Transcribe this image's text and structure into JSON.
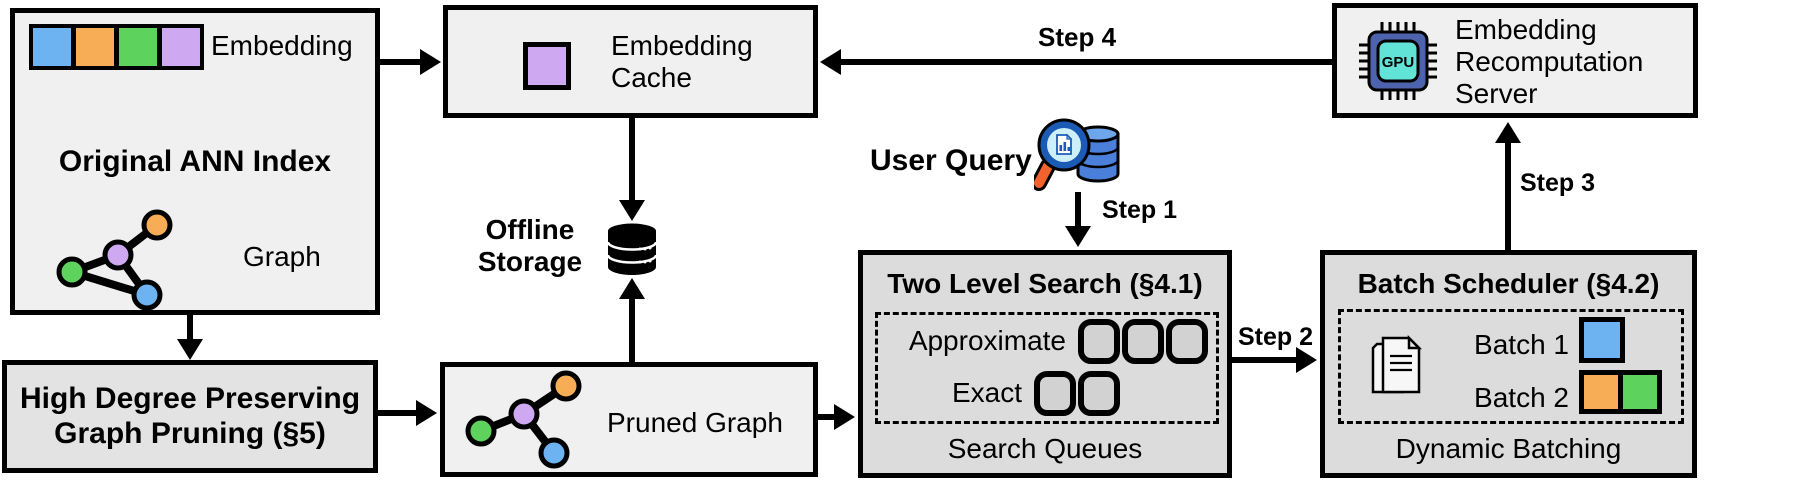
{
  "figure": {
    "type": "system-architecture-diagram",
    "background": "#ffffff"
  },
  "palette": {
    "embedding_blue": "#6db3f2",
    "embedding_orange": "#f7ad55",
    "embedding_green": "#5dd35d",
    "embedding_purple": "#cfa8f2",
    "box_light_gray": "#f0f0f0",
    "box_medium_gray": "#dcdcdc",
    "high_degree_box_gray": "#e3e3e3",
    "queue_slot_gray": "#d2d2d2",
    "gpu_chip_blue": "#4e63ad",
    "gpu_die_teal": "#62e3d8",
    "query_db_blue": "#4a80d9",
    "lens_ring_blue": "#1c5bb5",
    "lens_fill_cyan": "#cdeffa",
    "handle_orange": "#f2622e",
    "line_black": "#000000"
  },
  "ann_index": {
    "embedding_label": "Embedding",
    "title": "Original ANN Index",
    "graph_label": "Graph"
  },
  "embedding_cache": {
    "line1": "Embedding",
    "line2": "Cache"
  },
  "offline_storage": {
    "line1": "Offline",
    "line2": "Storage"
  },
  "user_query": {
    "label": "User Query"
  },
  "two_level_search": {
    "title": "Two Level Search (§4.1)",
    "row1_label": "Approximate",
    "row2_label": "Exact",
    "caption": "Search Queues",
    "approximate_slots": 3,
    "exact_slots": 2
  },
  "batch_scheduler": {
    "title": "Batch Scheduler (§4.2)",
    "batch1_label": "Batch 1",
    "batch2_label": "Batch 2",
    "caption": "Dynamic Batching"
  },
  "recomputation_server": {
    "line1": "Embedding",
    "line2": "Recomputation",
    "line3": "Server",
    "gpu_icon_text": "GPU"
  },
  "high_degree_pruning": {
    "line1": "High Degree Preserving",
    "line2": "Graph Pruning (§5)"
  },
  "pruned_graph": {
    "label": "Pruned Graph"
  },
  "steps": {
    "step1": "Step 1",
    "step2": "Step 2",
    "step3": "Step 3",
    "step4": "Step 4"
  }
}
